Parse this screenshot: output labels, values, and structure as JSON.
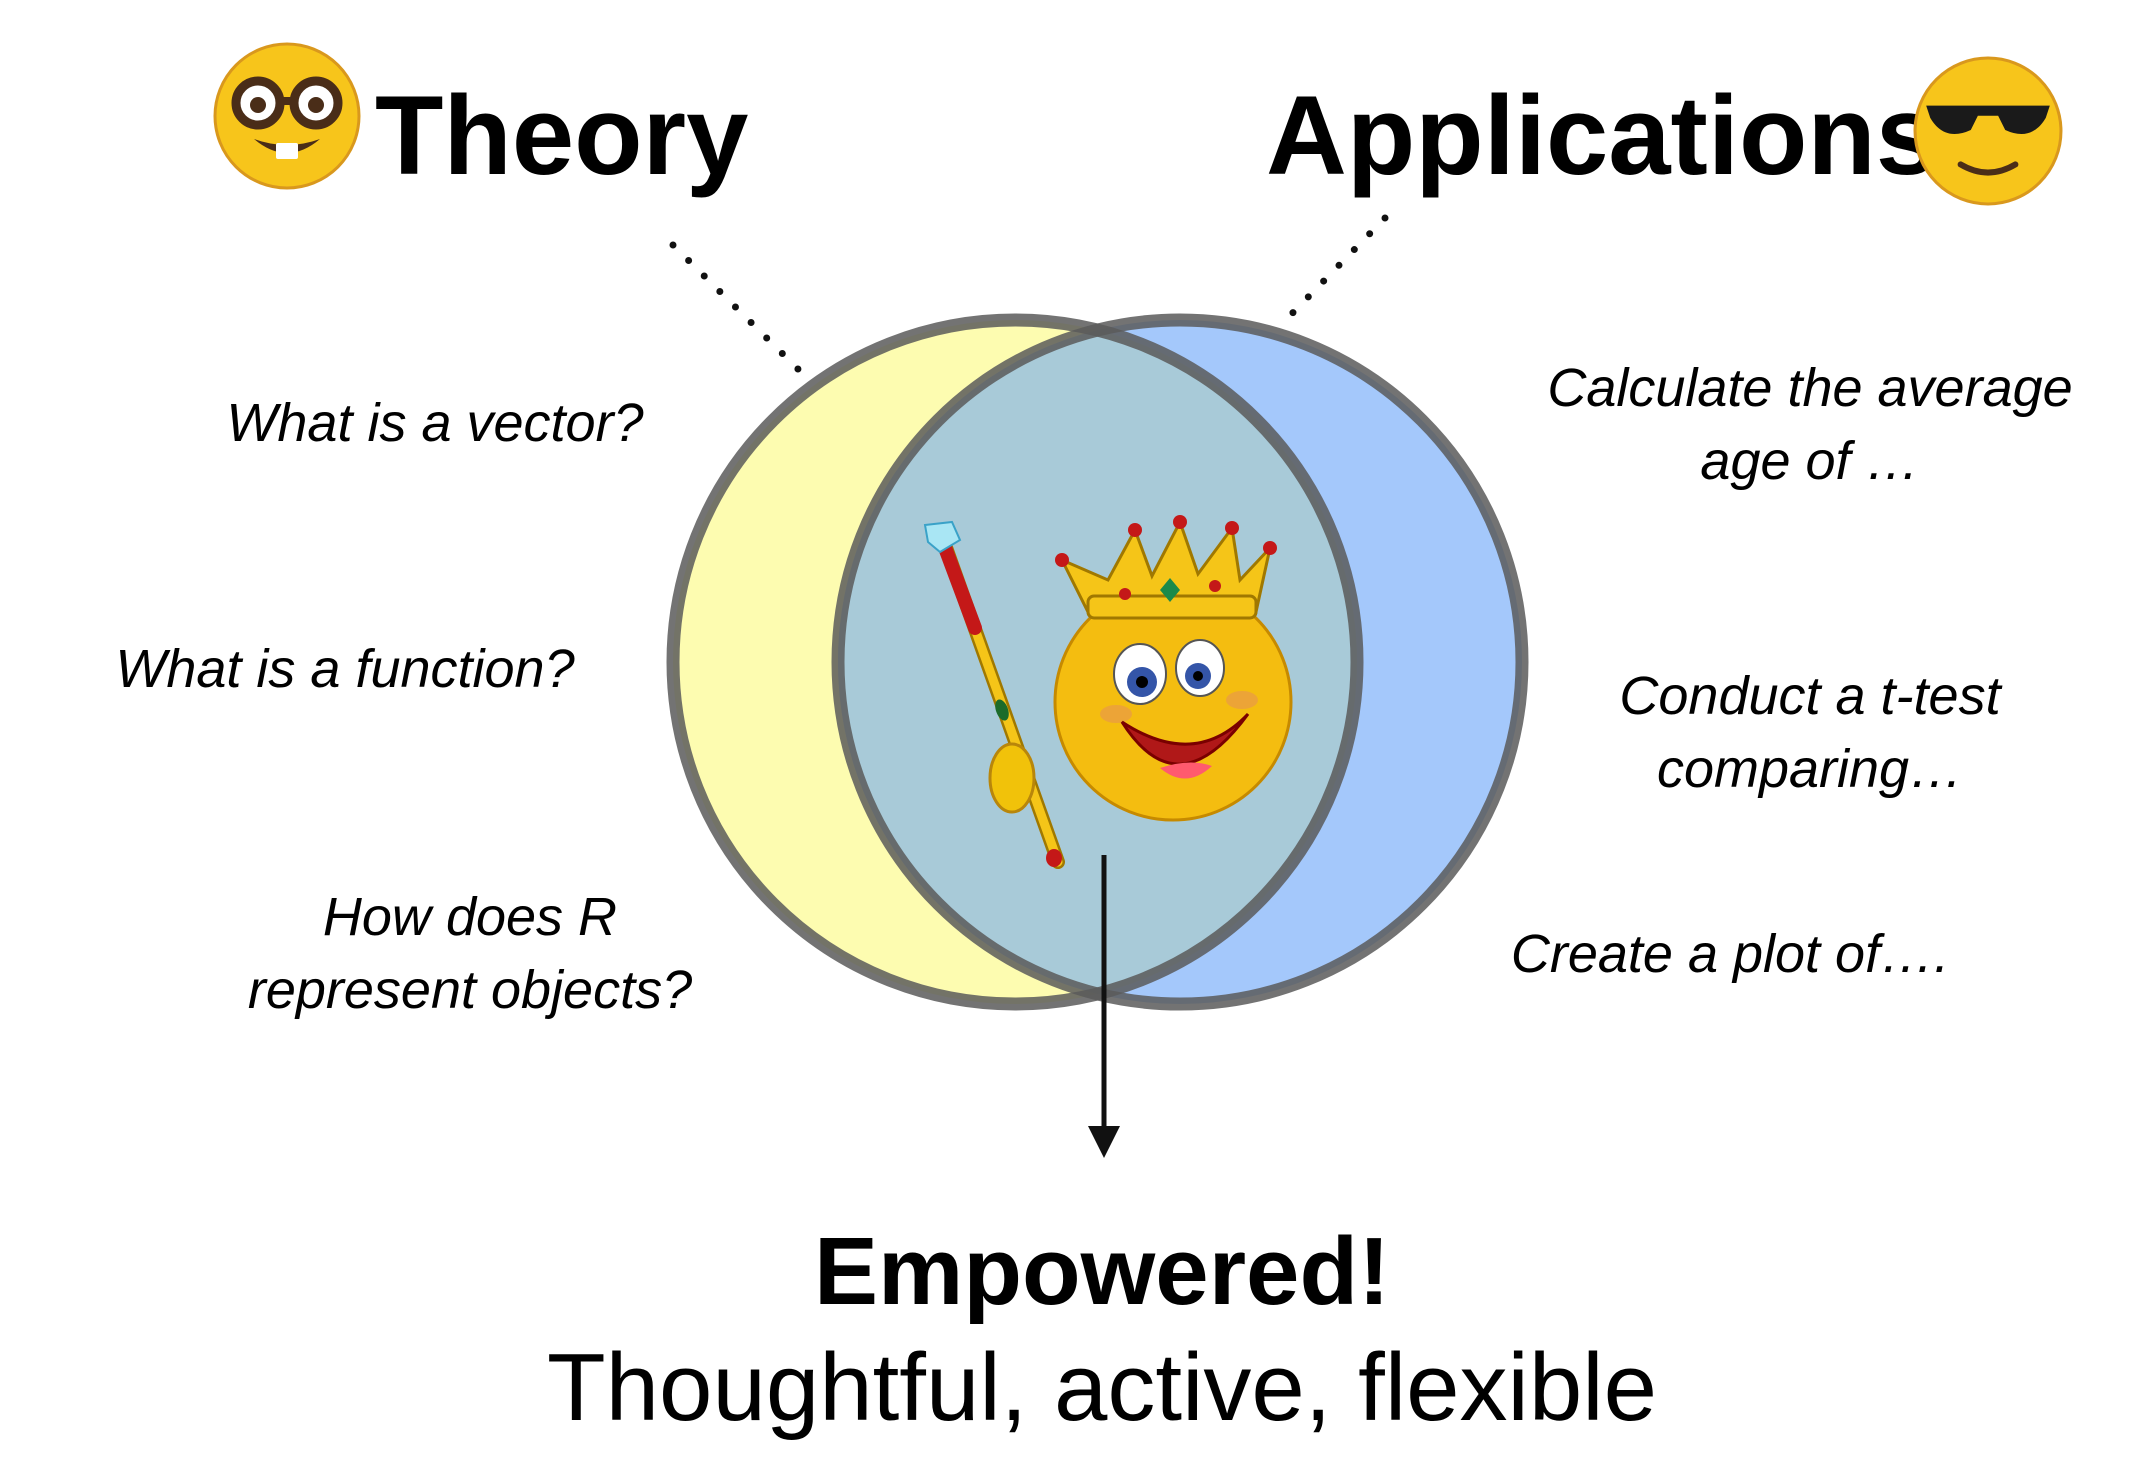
{
  "theory": {
    "title": "Theory",
    "icon": "nerd-face-icon",
    "questions": [
      {
        "lines": [
          "What is a vector?"
        ]
      },
      {
        "lines": [
          "What is a function?"
        ]
      },
      {
        "lines": [
          "How does R",
          "represent objects?"
        ]
      }
    ]
  },
  "applications": {
    "title": "Applications",
    "icon": "sunglasses-face-icon",
    "tasks": [
      {
        "lines": [
          "Calculate the average",
          "age of …"
        ]
      },
      {
        "lines": [
          "Conduct a t-test",
          "comparing…"
        ]
      },
      {
        "lines": [
          "Create a plot of…."
        ]
      }
    ]
  },
  "outcome": {
    "title": "Empowered!",
    "subtitle": "Thoughtful, active, flexible"
  },
  "center_icon": "king-smiley-with-scepter-icon",
  "colors": {
    "theory_fill": "#fdfcb0",
    "applications_fill": "#a4c8fb",
    "overlap_fill": "#a8cad8",
    "circle_stroke": "#5a5a5a"
  }
}
